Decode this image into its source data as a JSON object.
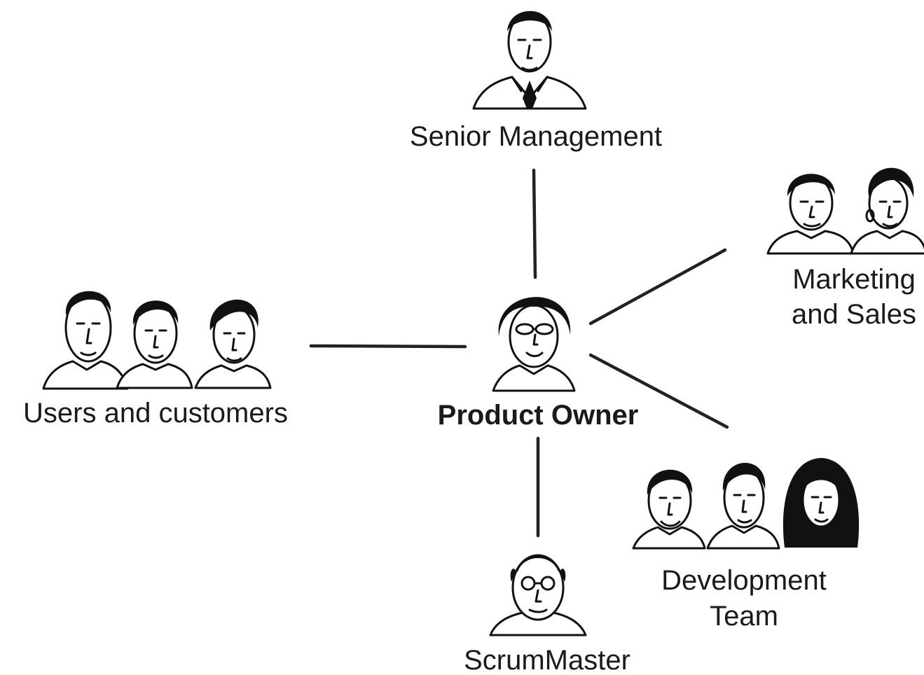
{
  "nodes": {
    "center": {
      "label": "Product Owner",
      "icon": "person-icon"
    },
    "senior_management": {
      "label": "Senior Management",
      "icon": "person-icon"
    },
    "marketing_sales": {
      "label_line1": "Marketing",
      "label_line2": "and Sales",
      "icon": "people-icon"
    },
    "users_customers": {
      "label": "Users and customers",
      "icon": "people-icon"
    },
    "development_team": {
      "label_line1": "Development",
      "label_line2": "Team",
      "icon": "people-icon"
    },
    "scrum_master": {
      "label": "ScrumMaster",
      "icon": "person-icon"
    }
  },
  "edges": [
    {
      "from": "Product Owner",
      "to": "Senior Management"
    },
    {
      "from": "Product Owner",
      "to": "Marketing and Sales"
    },
    {
      "from": "Product Owner",
      "to": "Users and customers"
    },
    {
      "from": "Product Owner",
      "to": "Development Team"
    },
    {
      "from": "Product Owner",
      "to": "ScrumMaster"
    }
  ]
}
